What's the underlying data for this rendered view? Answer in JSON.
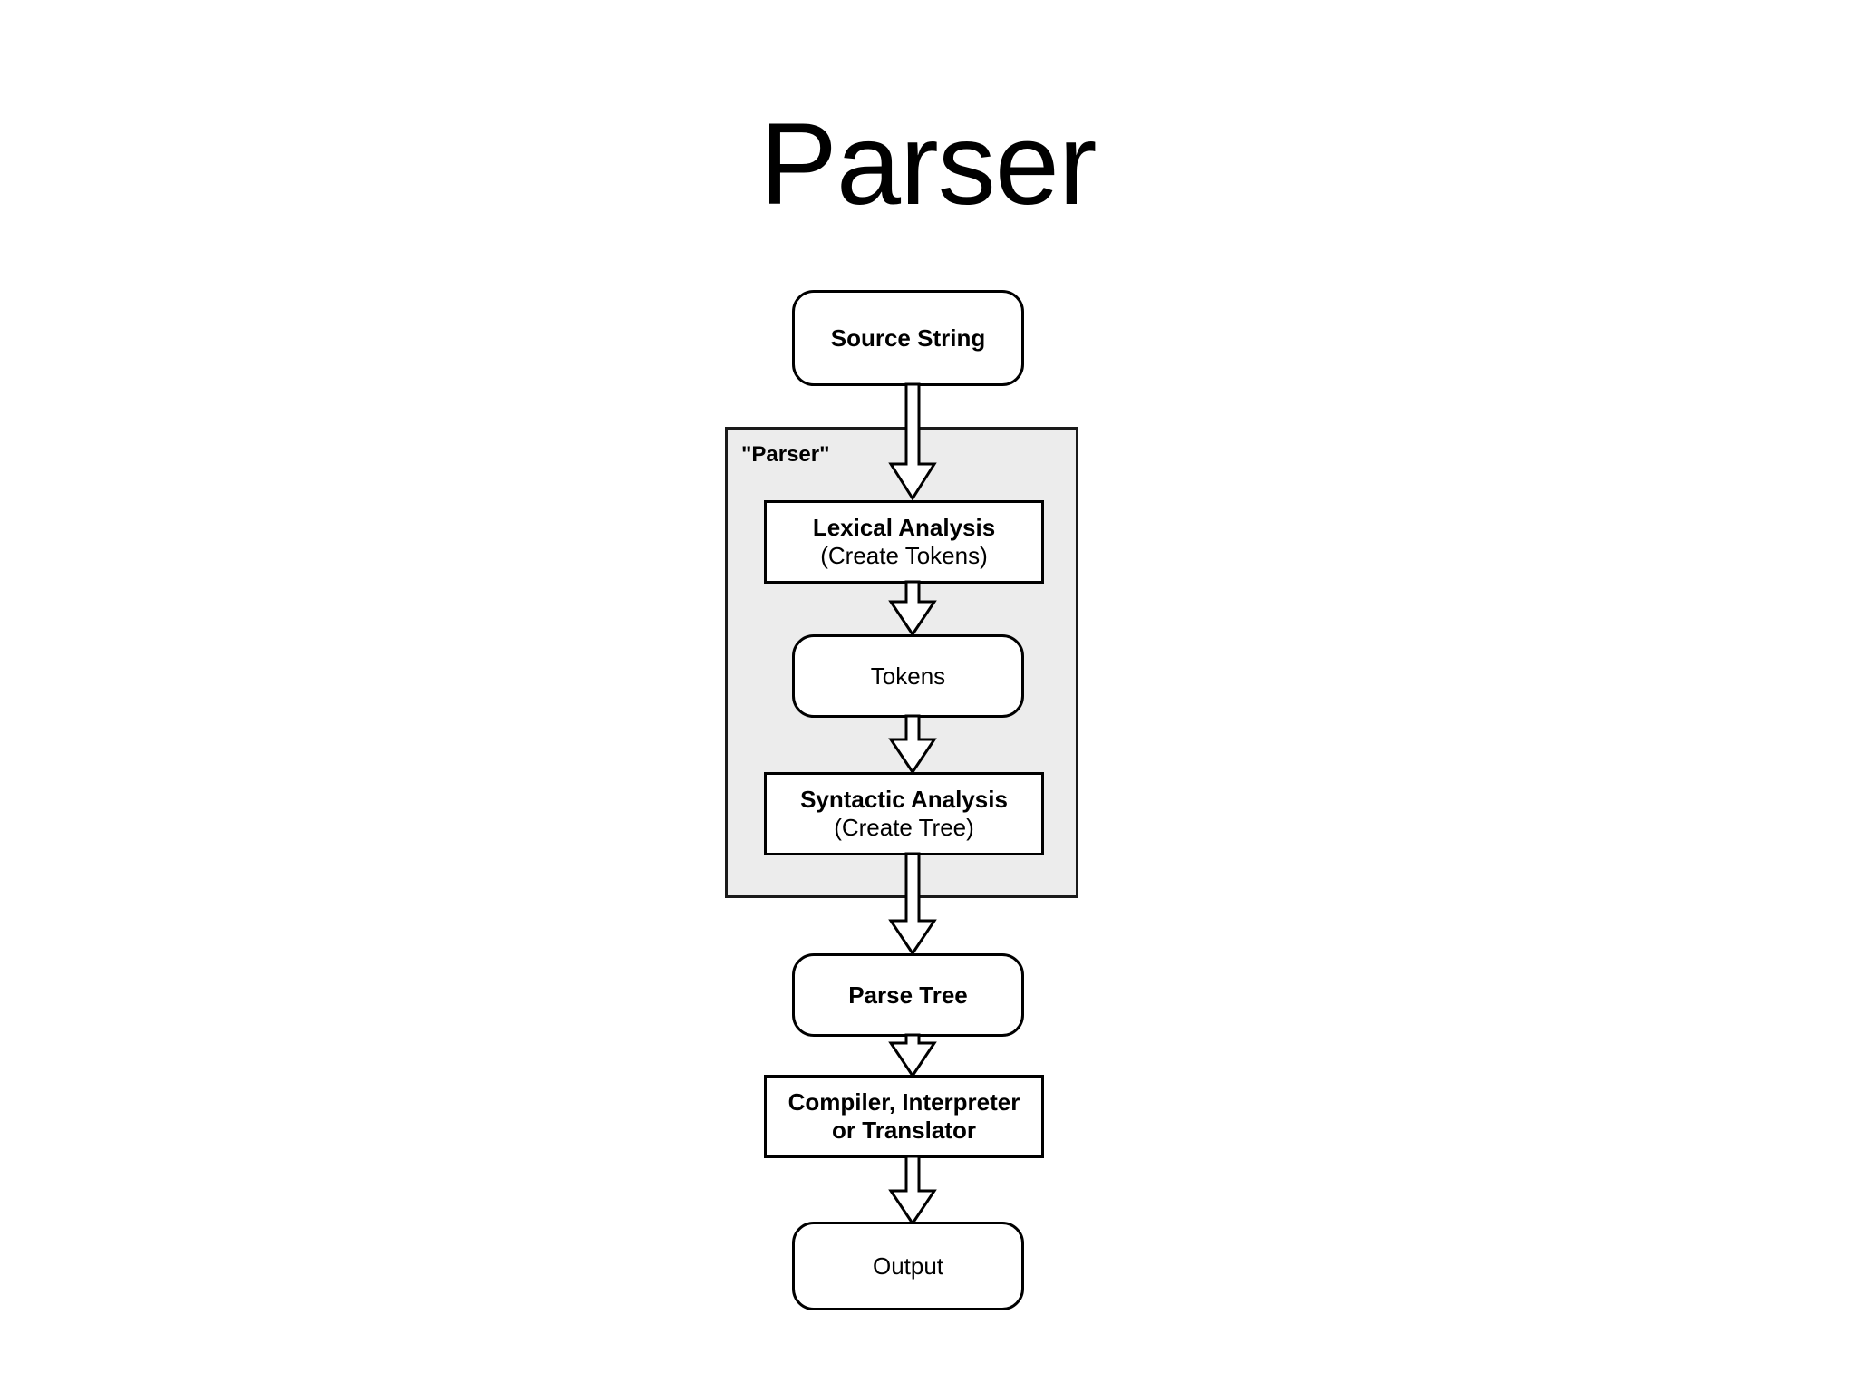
{
  "slide": {
    "title": "Parser"
  },
  "diagram": {
    "type": "flowchart",
    "orientation": "vertical",
    "group": {
      "label": "\"Parser\"",
      "fill_color": "#ececec",
      "border_color": "#1a1a1a",
      "contains": [
        "lexical-analysis",
        "tokens",
        "syntactic-analysis"
      ]
    },
    "nodes": [
      {
        "id": "source-string",
        "shape": "rounded-rectangle",
        "line1": "Source String",
        "line2": "",
        "weight": "bold"
      },
      {
        "id": "lexical-analysis",
        "shape": "rectangle",
        "line1": "Lexical Analysis",
        "line2": "(Create Tokens)",
        "weight": "bold"
      },
      {
        "id": "tokens",
        "shape": "rounded-rectangle",
        "line1": "Tokens",
        "line2": "",
        "weight": "regular"
      },
      {
        "id": "syntactic-analysis",
        "shape": "rectangle",
        "line1": "Syntactic Analysis",
        "line2": "(Create Tree)",
        "weight": "bold"
      },
      {
        "id": "parse-tree",
        "shape": "rounded-rectangle",
        "line1": "Parse Tree",
        "line2": "",
        "weight": "bold"
      },
      {
        "id": "compiler",
        "shape": "rectangle",
        "line1": "Compiler, Interpreter",
        "line2": "or Translator",
        "weight": "bold"
      },
      {
        "id": "output",
        "shape": "rounded-rectangle",
        "line1": "Output",
        "line2": "",
        "weight": "regular"
      }
    ],
    "edges": [
      {
        "from": "source-string",
        "to": "lexical-analysis",
        "style": "block-arrow-down"
      },
      {
        "from": "lexical-analysis",
        "to": "tokens",
        "style": "block-arrow-down"
      },
      {
        "from": "tokens",
        "to": "syntactic-analysis",
        "style": "block-arrow-down"
      },
      {
        "from": "syntactic-analysis",
        "to": "parse-tree",
        "style": "block-arrow-down"
      },
      {
        "from": "parse-tree",
        "to": "compiler",
        "style": "block-arrow-down"
      },
      {
        "from": "compiler",
        "to": "output",
        "style": "block-arrow-down"
      }
    ]
  }
}
